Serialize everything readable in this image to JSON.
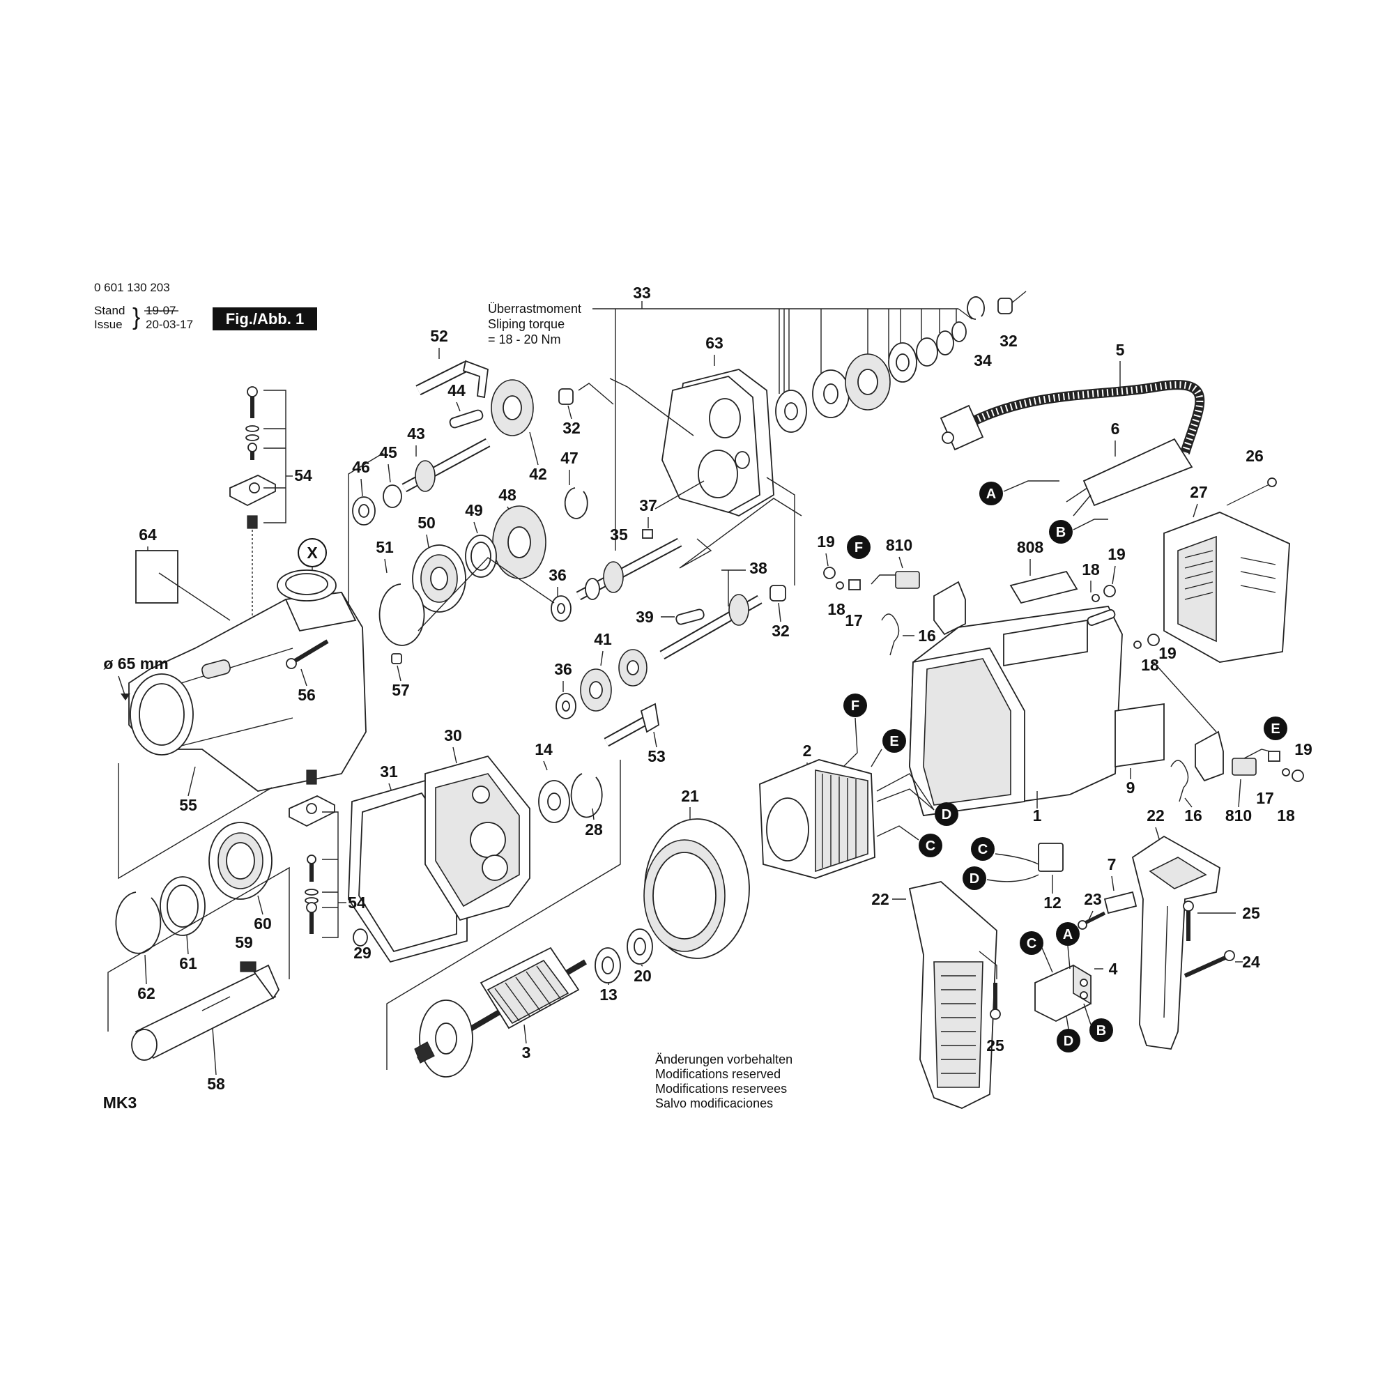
{
  "header": {
    "part_number": "0 601 130 203",
    "stand_label": "Stand",
    "stand_old_date": "19-07",
    "issue_label": "Issue",
    "issue_date": "20-03-17",
    "fig_label": "Fig./Abb. 1"
  },
  "torque_note": {
    "line1": "Überrastmoment",
    "line2": "Sliping torque",
    "line3": "= 18 - 20 Nm"
  },
  "dimension_labels": {
    "diameter": "ø 65 mm",
    "taper": "MK3",
    "x_mark": "X"
  },
  "part_labels": {
    "p33": "33",
    "p32a": "32",
    "p32b": "32",
    "p32c": "32",
    "p34": "34",
    "p52": "52",
    "p44": "44",
    "p43": "43",
    "p42": "42",
    "p47": "47",
    "p46": "46",
    "p45": "45",
    "p48": "48",
    "p49": "49",
    "p50": "50",
    "p51": "51",
    "p36a": "36",
    "p36b": "36",
    "p35": "35",
    "p37": "37",
    "p63": "63",
    "p38": "38",
    "p39": "39",
    "p41": "41",
    "p53": "53",
    "p57": "57",
    "p56": "56",
    "p55": "55",
    "p54a": "54",
    "p54b": "54",
    "p64": "64",
    "p60": "60",
    "p61": "61",
    "p62": "62",
    "p59": "59",
    "p58": "58",
    "p29": "29",
    "p30": "30",
    "p31": "31",
    "p14": "14",
    "p28": "28",
    "p13": "13",
    "p20": "20",
    "p3": "3",
    "p21": "21",
    "p2": "2",
    "p5": "5",
    "p6": "6",
    "p26": "26",
    "p27": "27",
    "p808": "808",
    "p19a": "19",
    "p19b": "19",
    "p19c": "19",
    "p19d": "19",
    "p18a": "18",
    "p18b": "18",
    "p18c": "18",
    "p18d": "18",
    "p810a": "810",
    "p810b": "810",
    "p17a": "17",
    "p17b": "17",
    "p16a": "16",
    "p16b": "16",
    "p1": "1",
    "p9": "9",
    "p12": "12",
    "p22a": "22",
    "p22b": "22",
    "p23": "23",
    "p7": "7",
    "p25a": "25",
    "p25b": "25",
    "p24": "24",
    "p4": "4"
  },
  "connector_badges": {
    "a1": "A",
    "b1": "B",
    "f1": "F",
    "e1": "E",
    "f2": "F",
    "e2": "E",
    "d1": "D",
    "c1": "C",
    "c2": "C",
    "d2": "D",
    "c3": "C",
    "a2": "A",
    "b2": "B",
    "d3": "D"
  },
  "footer_note": {
    "line1": "Änderungen vorbehalten",
    "line2": "Modifications reserved",
    "line3": "Modifications reservees",
    "line4": "Salvo modificaciones"
  }
}
